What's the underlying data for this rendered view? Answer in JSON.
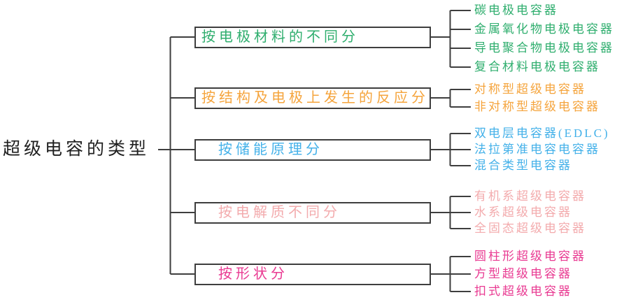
{
  "root": {
    "label": "超级电容的类型"
  },
  "line_color": "#3e3e3e",
  "background": "#ffffff",
  "groups": [
    {
      "label": "按电极材料的不同分",
      "color": "#2fae6e",
      "items": [
        "碳电极电容器",
        "金属氧化物电极电容器",
        "导电聚合物电极电容器",
        "复合材料电极电容器"
      ]
    },
    {
      "label": "按结构及电极上发生的反应分",
      "color": "#f5a43c",
      "items": [
        "对称型超级电容器",
        "非对称型超级电容器"
      ]
    },
    {
      "label": "按储能原理分",
      "color": "#44b1e9",
      "items": [
        "双电层电容器(EDLC)",
        "法拉第准电容电容器",
        "混合类型电容器"
      ]
    },
    {
      "label": "按电解质不同分",
      "color": "#f3abad",
      "items": [
        "有机系超级电容器",
        "水系超级电容器",
        "全固态超级电容器"
      ]
    },
    {
      "label": "按形状分",
      "color": "#e93a92",
      "items": [
        "圆柱形超级电容器",
        "方型超级电容器",
        "扣式超级电容器"
      ]
    }
  ]
}
